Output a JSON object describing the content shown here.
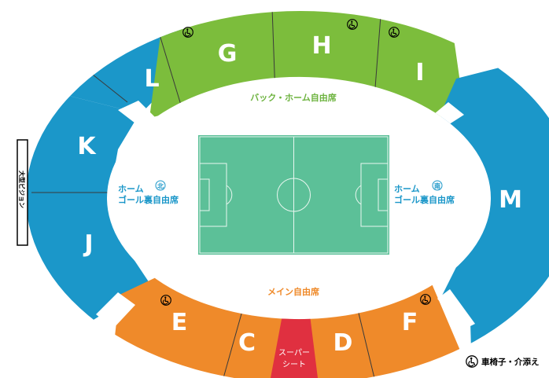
{
  "sections": {
    "E": "E",
    "C": "C",
    "D": "D",
    "F": "F",
    "G": "G",
    "H": "H",
    "I": "I",
    "J": "J",
    "K": "K",
    "L": "L",
    "M": "M"
  },
  "zones": {
    "back_home": "バック・ホーム自由席",
    "main": "メイン自由席",
    "home_north_line1": "ホーム",
    "home_north_line2": "ゴール裏自由席",
    "home_north_badge": "北",
    "home_south_line1": "ホーム",
    "home_south_line2": "ゴール裏自由席",
    "home_south_badge": "南",
    "super_seat_line1": "スーパー",
    "super_seat_line2": "シート"
  },
  "large_vision": "大型ビジョン",
  "legend": {
    "wheelchair": "車椅子・介添え"
  },
  "colors": {
    "green": "#7cbd3c",
    "blue": "#1b97c9",
    "orange": "#ef8a2a",
    "red": "#e03040",
    "pitch": "#5cc098",
    "zone_green": "#6db33f",
    "zone_orange": "#ef8a2a"
  },
  "icons": [
    "wheelchair-icon"
  ]
}
